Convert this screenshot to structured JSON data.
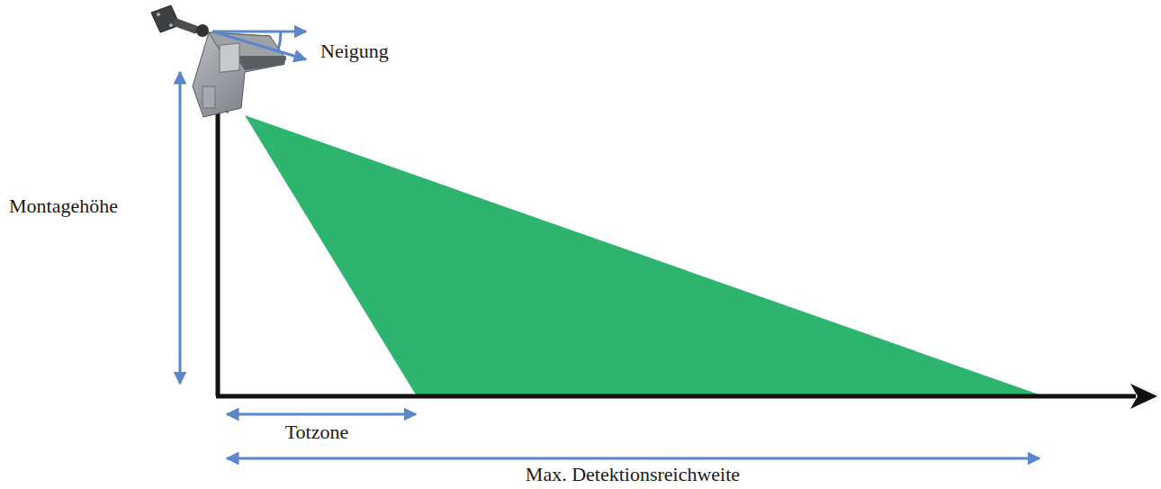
{
  "diagram": {
    "labels": [
      "Neigung",
      "Montagehöhe",
      "Totzone",
      "Max. Detektionsreichweite"
    ]
  }
}
